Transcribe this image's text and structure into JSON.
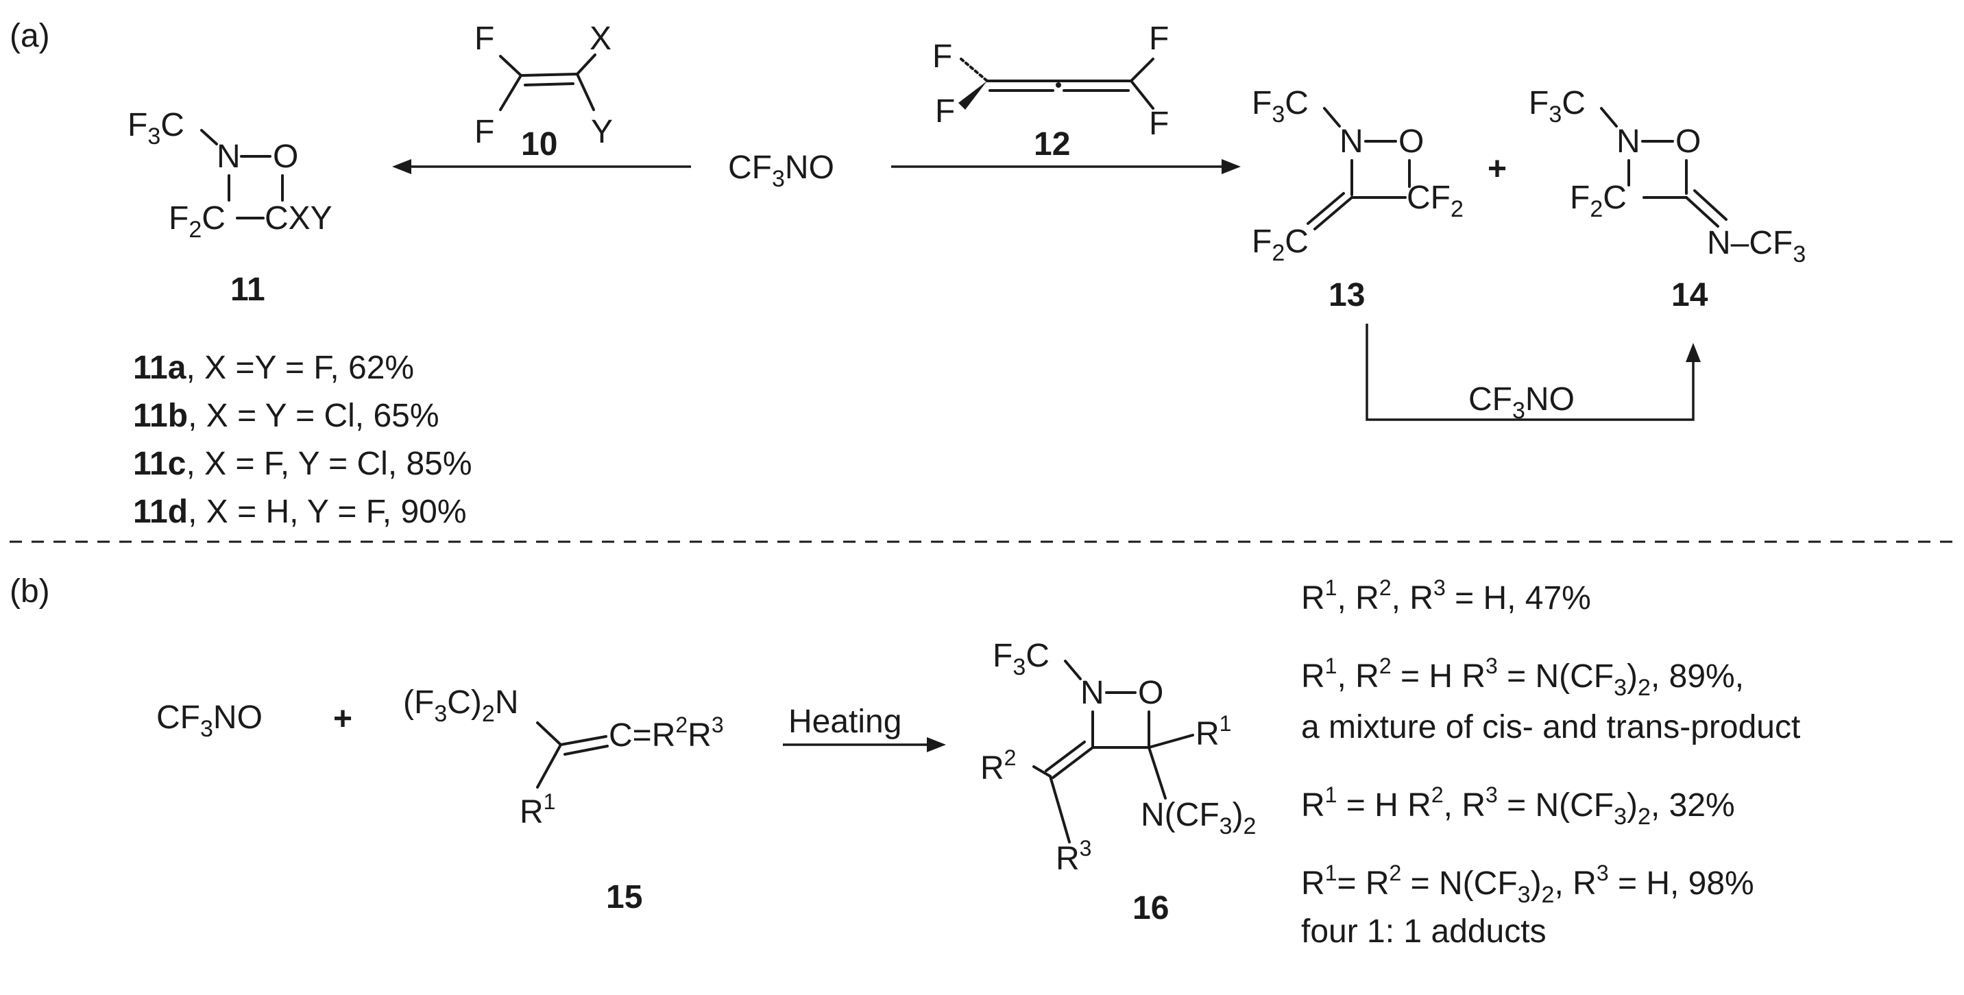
{
  "panel_a": {
    "label": "(a)",
    "center_reagent": {
      "pre": "CF",
      "sub": "3",
      "post": "NO"
    },
    "reagent_10": {
      "F_top": "F",
      "X": "X",
      "F_bot": "F",
      "Y": "Y",
      "number": "10"
    },
    "reagent_12": {
      "F1": "F",
      "F2": "F",
      "F3": "F",
      "F4": "F",
      "number": "12"
    },
    "product_11": {
      "cf3_pre": "F",
      "cf3_sub": "3",
      "cf3_post": "C",
      "N": "N",
      "O": "O",
      "f2c_pre": "F",
      "f2c_sub": "2",
      "f2c_post": "C",
      "cxy": "CXY",
      "number": "11"
    },
    "yields_11": [
      {
        "id": "11a",
        "rest": ", X =Y = F, 62%"
      },
      {
        "id": "11b",
        "rest": ", X = Y = Cl, 65%"
      },
      {
        "id": "11c",
        "rest": ", X = F, Y = Cl, 85%"
      },
      {
        "id": "11d",
        "rest": ", X = H, Y = F, 90%"
      }
    ],
    "product_13": {
      "cf3_pre": "F",
      "cf3_sub": "3",
      "cf3_post": "C",
      "N": "N",
      "O": "O",
      "cf2_pre": "CF",
      "cf2_sub": "2",
      "f2c_pre": "F",
      "f2c_sub": "2",
      "f2c_post": "C",
      "number": "13"
    },
    "plus": "+",
    "product_14": {
      "cf3_pre": "F",
      "cf3_sub": "3",
      "cf3_post": "C",
      "N": "N",
      "O": "O",
      "f2c_pre": "F",
      "f2c_sub": "2",
      "f2c_post": "C",
      "imine_pre": "N–CF",
      "imine_sub": "3",
      "number": "14"
    },
    "conversion_reagent": {
      "pre": "CF",
      "sub": "3",
      "post": "NO"
    }
  },
  "panel_b": {
    "label": "(b)",
    "reagent": {
      "pre": "CF",
      "sub": "3",
      "post": "NO"
    },
    "plus": "+",
    "compound_15": {
      "n_pre": "(F",
      "n_sub": "3",
      "n_post": "C)",
      "n_sub2": "2",
      "n_tail": "N",
      "r1": "R",
      "r1_sup": "1",
      "chain_pre": "C=R",
      "chain_sup2": "2",
      "chain_mid": "R",
      "chain_sup3": "3",
      "number": "15"
    },
    "condition": "Heating",
    "product_16": {
      "cf3_pre": "F",
      "cf3_sub": "3",
      "cf3_post": "C",
      "N": "N",
      "O": "O",
      "r1": "R",
      "r1_sup": "1",
      "r2": "R",
      "r2_sup": "2",
      "r3": "R",
      "r3_sup": "3",
      "ncf3_pre": "N(CF",
      "ncf3_sub": "3",
      "ncf3_post": ")",
      "ncf3_sub2": "2",
      "number": "16"
    },
    "results": [
      {
        "parts": [
          "R",
          "^1",
          ", R",
          "^2",
          ", R",
          "^3",
          " = H, 47%"
        ]
      },
      {
        "parts": [
          "R",
          "^1",
          ", R",
          "^2",
          " = H  R",
          "^3",
          " = N(CF",
          "_3",
          ")",
          "_2",
          ", 89%,"
        ]
      },
      {
        "parts": [
          "a mixture of cis- and trans-product"
        ]
      },
      {
        "parts": [
          "R",
          "^1",
          " = H   R",
          "^2",
          ", R",
          "^3",
          " = N(CF",
          "_3",
          ")",
          "_2",
          ", 32%"
        ]
      },
      {
        "parts": [
          "R",
          "^1",
          "= R",
          "^2",
          " = N(CF",
          "_3",
          ")",
          "_2",
          ", R",
          "^3",
          " = H, 98%"
        ]
      },
      {
        "parts": [
          "four 1: 1 adducts"
        ]
      }
    ]
  }
}
